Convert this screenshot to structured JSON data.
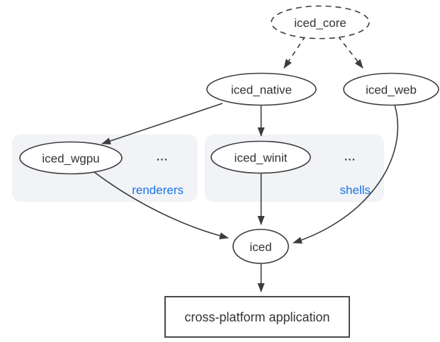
{
  "colors": {
    "background": "#ffffff",
    "node_stroke": "#3c3c3c",
    "node_fill": "#ffffff",
    "edge": "#3c3c3c",
    "text": "#333333",
    "group_fill": "#f1f3f6",
    "group_label": "#1a73e8"
  },
  "nodes": {
    "iced_core": {
      "label": "iced_core",
      "shape": "dashed-ellipse"
    },
    "iced_native": {
      "label": "iced_native",
      "shape": "ellipse"
    },
    "iced_web": {
      "label": "iced_web",
      "shape": "ellipse"
    },
    "iced_wgpu": {
      "label": "iced_wgpu",
      "shape": "ellipse"
    },
    "iced_winit": {
      "label": "iced_winit",
      "shape": "ellipse"
    },
    "iced": {
      "label": "iced",
      "shape": "ellipse"
    },
    "app": {
      "label": "cross-platform application",
      "shape": "rectangle"
    }
  },
  "groups": {
    "renderers": {
      "label": "renderers",
      "ellipsis": "...",
      "contains": [
        "iced_wgpu"
      ]
    },
    "shells": {
      "label": "shells",
      "ellipsis": "...",
      "contains": [
        "iced_winit"
      ]
    }
  },
  "edges": [
    {
      "from": "iced_core",
      "to": "iced_native",
      "style": "dashed"
    },
    {
      "from": "iced_core",
      "to": "iced_web",
      "style": "dashed"
    },
    {
      "from": "iced_native",
      "to": "iced_wgpu",
      "style": "solid"
    },
    {
      "from": "iced_native",
      "to": "iced_winit",
      "style": "solid"
    },
    {
      "from": "iced_wgpu",
      "to": "iced",
      "style": "solid"
    },
    {
      "from": "iced_winit",
      "to": "iced",
      "style": "solid"
    },
    {
      "from": "iced_web",
      "to": "iced",
      "style": "solid"
    },
    {
      "from": "iced",
      "to": "app",
      "style": "solid"
    }
  ]
}
